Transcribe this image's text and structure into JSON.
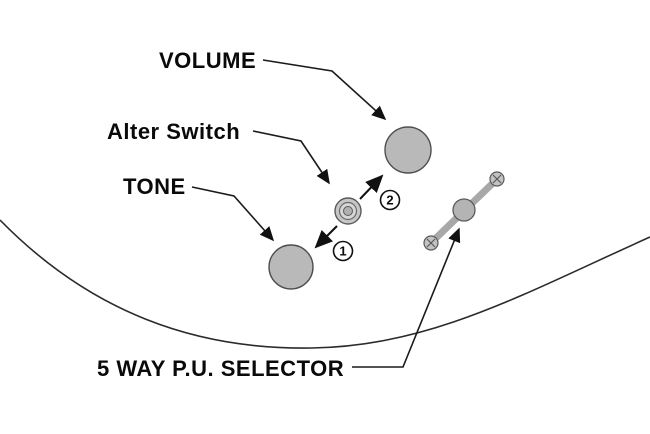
{
  "diagram": {
    "title": "Guitar control layout diagram",
    "labels": {
      "volume": "VOLUME",
      "alter_switch": "Alter Switch",
      "tone": "TONE",
      "selector": "5 WAY P.U. SELECTOR"
    },
    "markers": {
      "position_one": "1",
      "position_two": "2"
    },
    "components": {
      "volume_knob": "volume knob",
      "tone_knob": "tone knob",
      "alter_switch_knob": "alter switch rotary",
      "pickup_selector": "5-way pickup selector lever"
    },
    "colors": {
      "background": "#ffffff",
      "knob_fill": "#b9b9b9",
      "knob_stroke": "#4f4f4f",
      "switch_ring_fill": "#c6c6c6",
      "lever_fill": "#a8a8a8",
      "screw_fill": "#c2c2c2",
      "line": "#1a1a1a"
    }
  }
}
